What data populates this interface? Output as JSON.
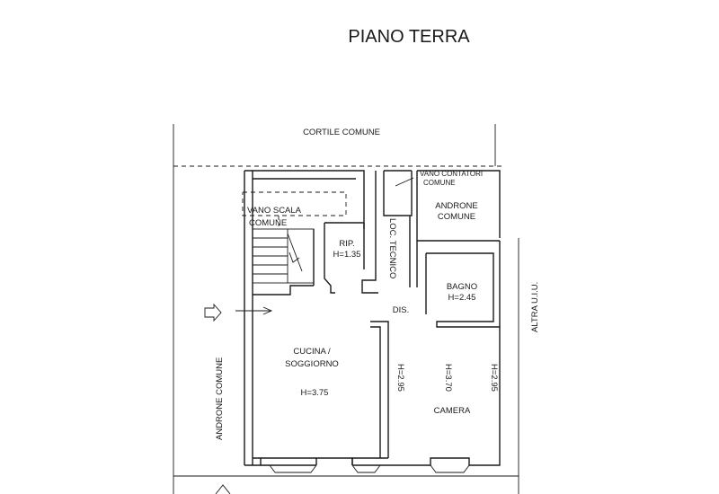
{
  "title": "PIANO TERRA",
  "labels": {
    "cortile": "CORTILE COMUNE",
    "vano_contatori": "VANO CONTATORI",
    "vano_contatori_2": "COMUNE",
    "androne_top": "ANDRONE",
    "androne_top_2": "COMUNE",
    "vano_scala": "VANO SCALA",
    "vano_scala_2": "COMUNE",
    "rip": "RIP.",
    "rip_h": "H=1.35",
    "loc_tecnico": "LOC. TECNICO",
    "bagno": "BAGNO",
    "bagno_h": "H=2.45",
    "dis": "DIS.",
    "cucina": "CUCINA /",
    "cucina_2": "SOGGIORNO",
    "cucina_h": "H=3.75",
    "camera": "CAMERA",
    "h_295_a": "H=2.95",
    "h_370": "H=3.70",
    "h_295_b": "H=2.95",
    "androne_left": "ANDRONE COMUNE",
    "altra": "ALTRA U.I.U."
  }
}
